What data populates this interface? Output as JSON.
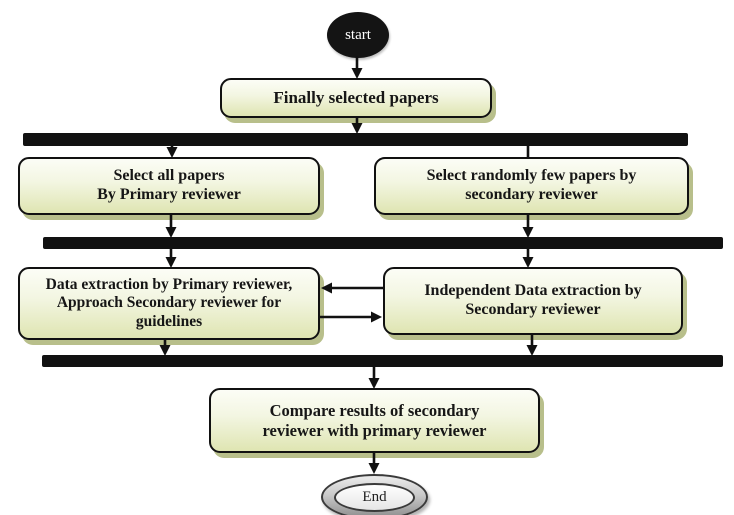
{
  "diagram": {
    "type": "flowchart",
    "background": "#ffffff",
    "nodes": {
      "start": {
        "label": "start",
        "shape": "ellipse",
        "fill": "#141414",
        "text_color": "#ffffff"
      },
      "finally_selected": {
        "label": "Finally selected papers",
        "shape": "rounded-rect"
      },
      "select_all": {
        "label": "Select all papers\nBy Primary reviewer",
        "shape": "rounded-rect"
      },
      "select_random": {
        "label": "Select randomly few papers by\nsecondary reviewer",
        "shape": "rounded-rect"
      },
      "data_extraction": {
        "label": "Data extraction by Primary reviewer,\nApproach Secondary reviewer for\nguidelines",
        "shape": "rounded-rect"
      },
      "independent_extraction": {
        "label": "Independent Data extraction by\nSecondary reviewer",
        "shape": "rounded-rect"
      },
      "compare_results": {
        "label": "Compare results of secondary\nreviewer with primary reviewer",
        "shape": "rounded-rect"
      },
      "end": {
        "label": "End",
        "shape": "double-ellipse"
      }
    },
    "style": {
      "node_fill_top": "#fcfdf6",
      "node_fill_bottom": "#dfe5b2",
      "node_border": "#111111",
      "node_shadow": "#b8bf8b",
      "sync_bar_color": "#111111",
      "arrow_color": "#111111"
    },
    "edges": [
      {
        "from": "start",
        "to": "finally_selected"
      },
      {
        "from": "finally_selected",
        "to": "sync_bar_1"
      },
      {
        "from": "sync_bar_1",
        "to": "select_all"
      },
      {
        "from": "sync_bar_1",
        "to": "select_random"
      },
      {
        "from": "select_all",
        "to": "sync_bar_2"
      },
      {
        "from": "select_random",
        "to": "sync_bar_2"
      },
      {
        "from": "sync_bar_2",
        "to": "data_extraction"
      },
      {
        "from": "sync_bar_2",
        "to": "independent_extraction"
      },
      {
        "from": "independent_extraction",
        "to": "data_extraction"
      },
      {
        "from": "data_extraction",
        "to": "independent_extraction"
      },
      {
        "from": "data_extraction",
        "to": "sync_bar_3"
      },
      {
        "from": "independent_extraction",
        "to": "sync_bar_3"
      },
      {
        "from": "sync_bar_3",
        "to": "compare_results"
      },
      {
        "from": "compare_results",
        "to": "end"
      }
    ]
  }
}
